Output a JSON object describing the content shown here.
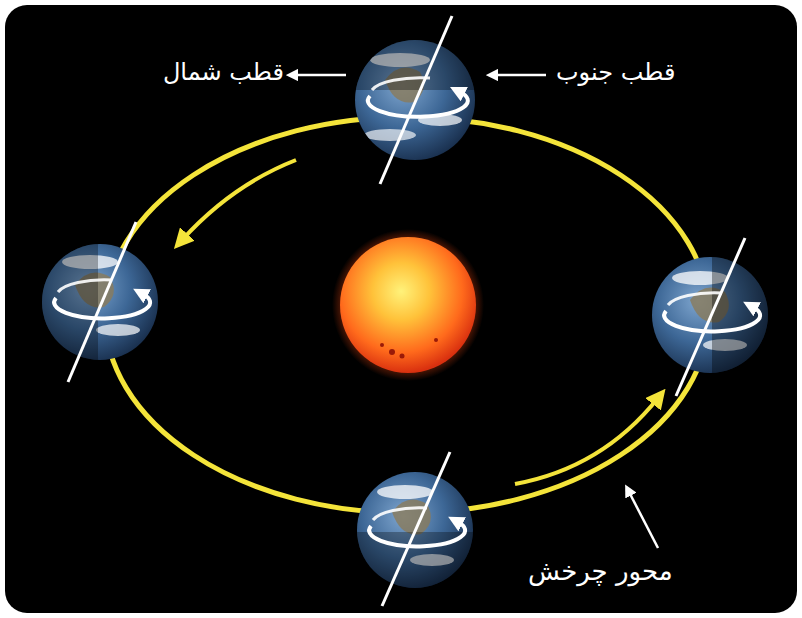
{
  "diagram": {
    "labels": [
      "قطب شمال",
      "قطب جنوب",
      "محور چرخش"
    ]
  }
}
